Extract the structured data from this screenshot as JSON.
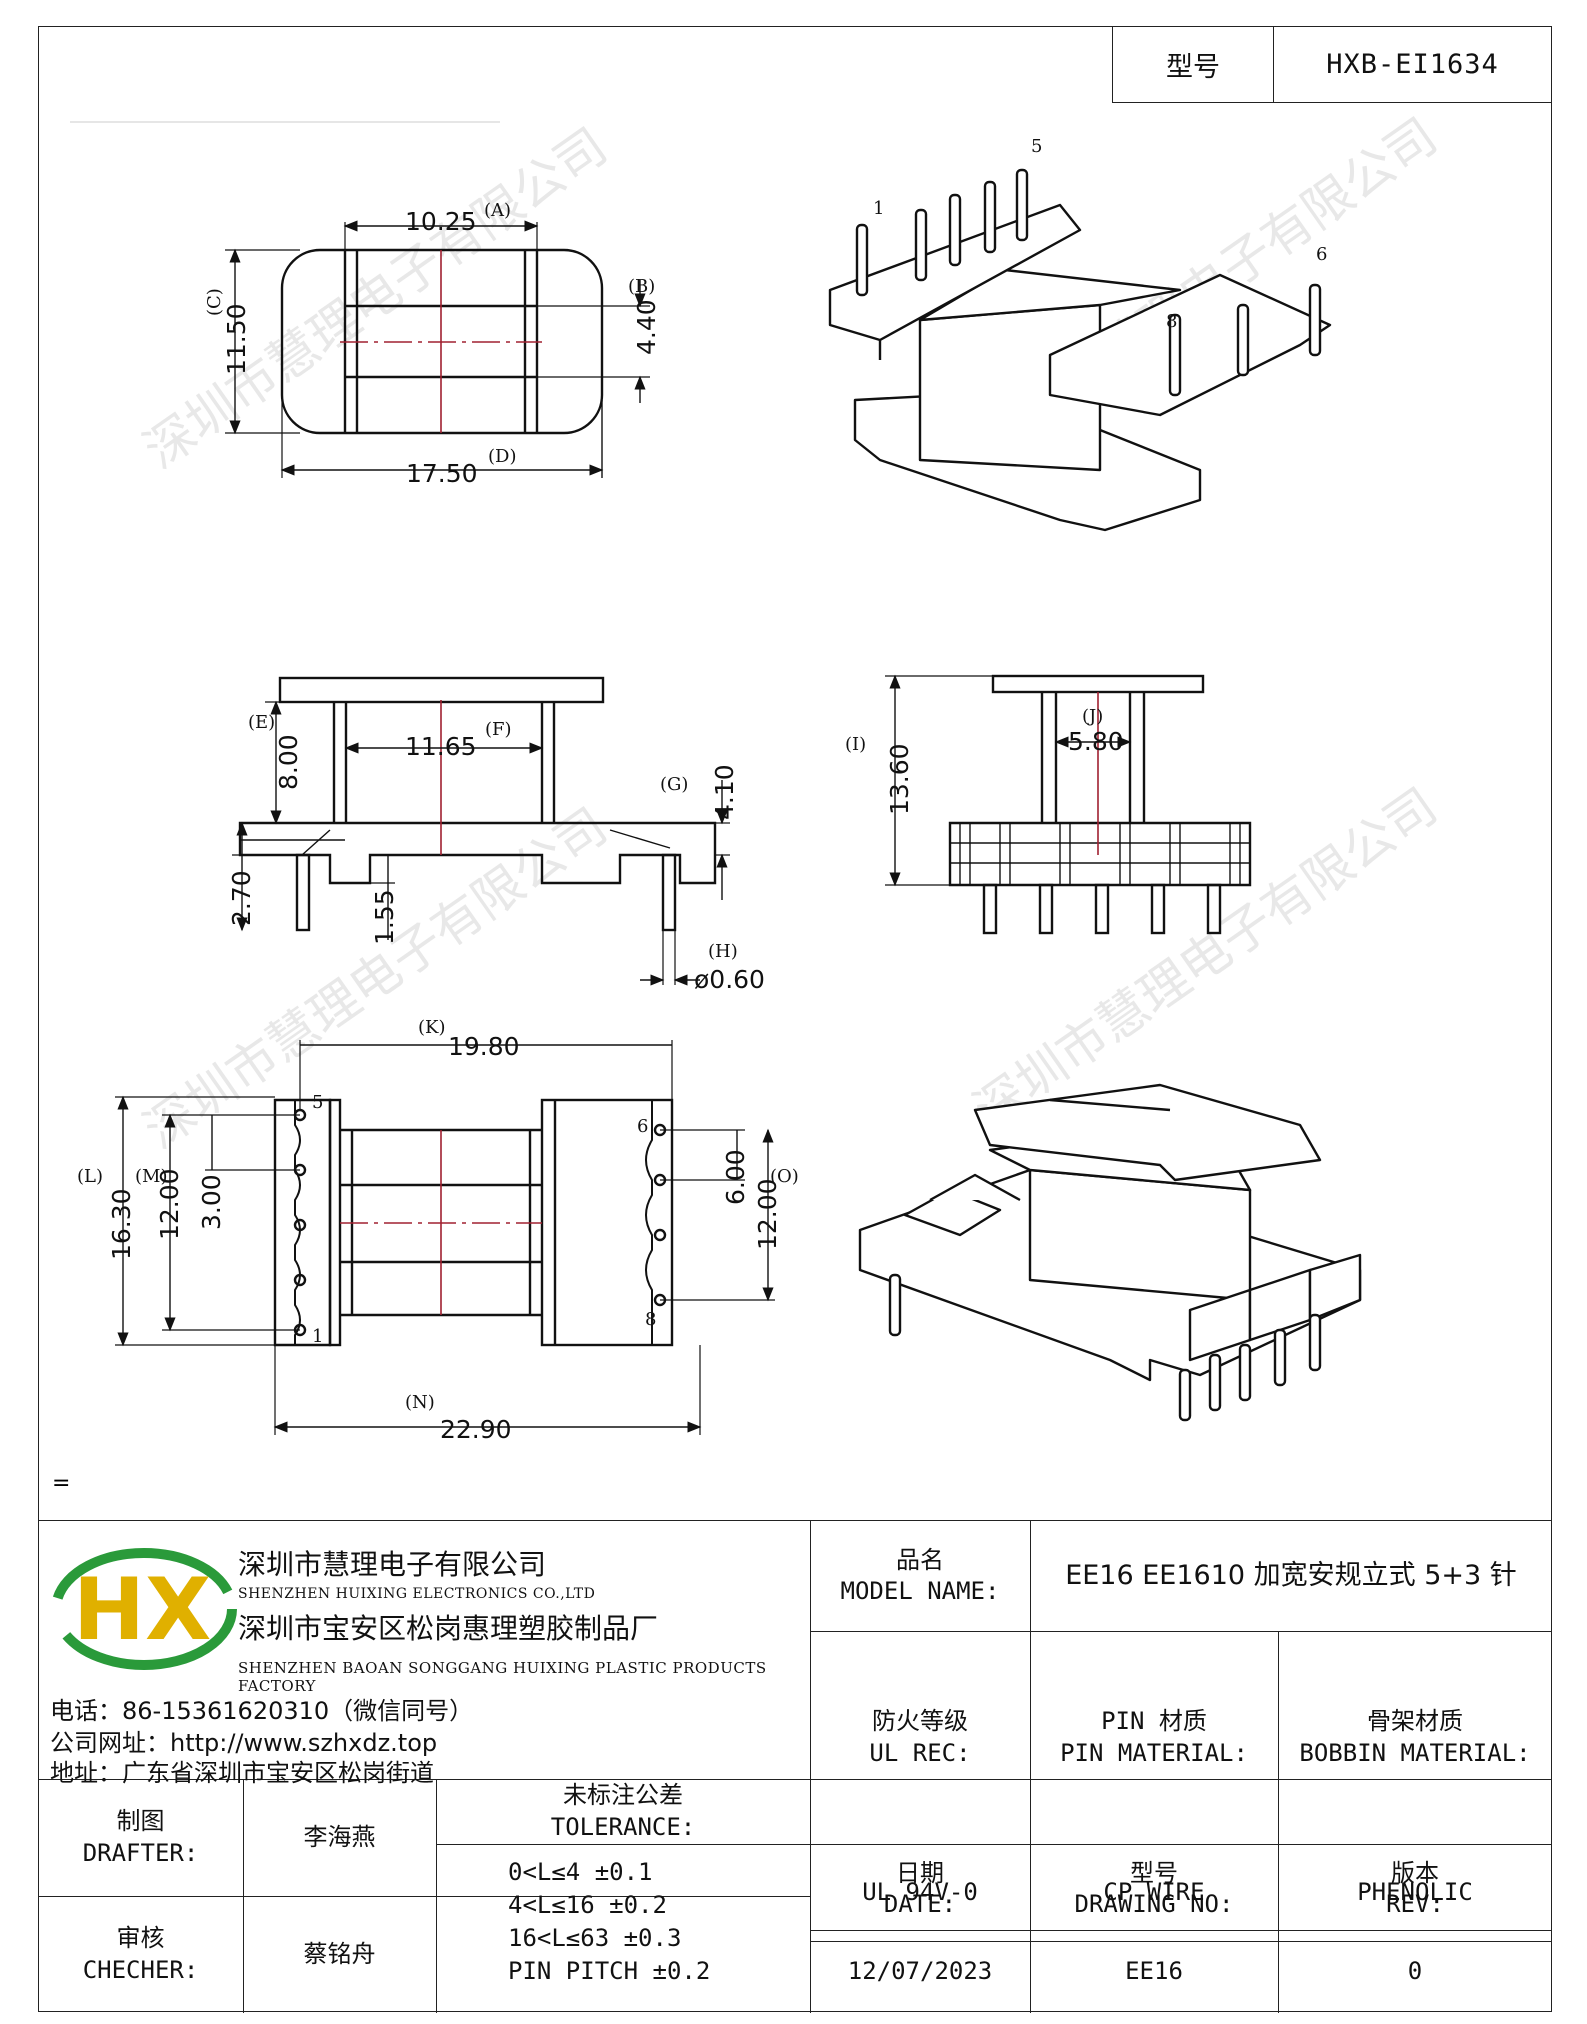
{
  "header": {
    "model_label": "型号",
    "model_value": "HXB-EI1634"
  },
  "drawing": {
    "dim_a": "10.25",
    "label_a": "(A)",
    "dim_b": "4.40",
    "label_b": "(B)",
    "dim_c": "11.50",
    "label_c": "(C)",
    "dim_d": "17.50",
    "label_d": "(D)",
    "dim_e": "8.00",
    "label_e": "(E)",
    "dim_f": "11.65",
    "label_f": "(F)",
    "dim_g": "4.10",
    "label_g": "(G)",
    "dim_h": "ø0.60",
    "label_h": "(H)",
    "dim_side1": "2.70",
    "dim_side2": "1.55",
    "dim_i": "13.60",
    "label_i": "(I)",
    "dim_j": "5.80",
    "label_j": "(J)",
    "dim_k": "19.80",
    "label_k": "(K)",
    "dim_l": "16.30",
    "label_l": "(L)",
    "dim_m": "12.00",
    "label_m": "(M)",
    "dim_m2": "3.00",
    "dim_o": "6.00",
    "label_o": "(O)",
    "dim_o2": "12.00",
    "dim_n": "22.90",
    "label_n": "(N)",
    "pin_1": "1",
    "pin_5": "5",
    "pin_6": "6",
    "pin_8": "8",
    "iso_pin_1": "1",
    "iso_pin_5": "5",
    "iso_pin_6": "6",
    "iso_pin_8": "8",
    "stray_mark": "=",
    "watermark": "深圳市慧理电子有限公司"
  },
  "company": {
    "logo_text": "HX",
    "name_cn": "深圳市慧理电子有限公司",
    "name_en": "SHENZHEN HUIXING ELECTRONICS CO.,LTD",
    "factory_cn": "深圳市宝安区松岗惠理塑胶制品厂",
    "factory_en": "SHENZHEN BAOAN SONGGANG HUIXING PLASTIC PRODUCTS FACTORY",
    "phone": "电话：86-15361620310（微信同号）",
    "website": "公司网址：http://www.szhxdz.top",
    "address": "地址：广东省深圳市宝安区松岗街道"
  },
  "titleblock": {
    "model_name_cn": "品名",
    "model_name_en": "MODEL NAME:",
    "model_name_value": "EE16 EE1610 加宽安规立式 5+3 针",
    "ul_cn": "防火等级",
    "ul_en": "UL REC:",
    "pin_mat_cn": "PIN 材质",
    "pin_mat_en": "PIN MATERIAL:",
    "bobbin_cn": "骨架材质",
    "bobbin_en": "BOBBIN MATERIAL:",
    "ul_value": "UL 94V-0",
    "pin_value": "CP WIRE",
    "bobbin_value": "PHENOLIC",
    "drafter_cn": "制图",
    "drafter_en": "DRAFTER:",
    "drafter_name": "李海燕",
    "checker_cn": "审核",
    "checker_en": "CHECHER:",
    "checker_name": "蔡铭舟",
    "tol_cn": "未标注公差",
    "tol_en": "TOLERANCE:",
    "tol_lines": [
      "0<L≤4  ±0.1",
      "4<L≤16 ±0.2",
      "16<L≤63 ±0.3",
      "PIN PITCH ±0.2"
    ],
    "date_cn": "日期",
    "date_en": "DATE:",
    "dwg_cn": "型号",
    "dwg_en": "DRAWING NO:",
    "rev_cn": "版本",
    "rev_en": "REV:",
    "date_value": "12/07/2023",
    "dwg_value": "EE16",
    "rev_value": "0"
  }
}
